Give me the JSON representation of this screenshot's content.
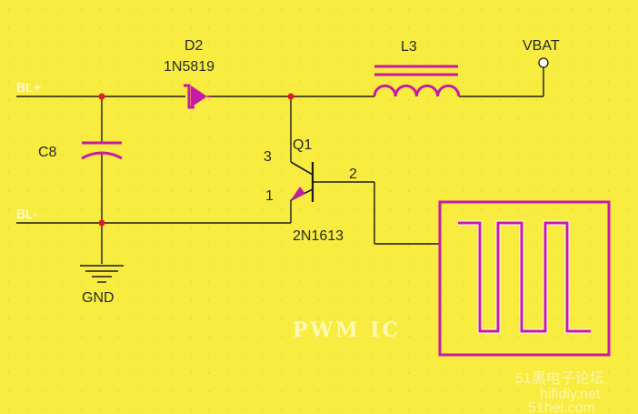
{
  "labels": {
    "d2_ref": "D2",
    "d2_part": "1N5819",
    "l3_ref": "L3",
    "vbat": "VBAT",
    "bl_plus": "BL+",
    "bl_minus": "BL-",
    "c8_ref": "C8",
    "q1_ref": "Q1",
    "q1_pin3": "3",
    "q1_pin1": "1",
    "q1_pin2": "2",
    "q1_part": "2N1613",
    "gnd": "GND",
    "pwm_ic": "PWM  IC"
  },
  "watermark": {
    "line1": "51黑电子论坛",
    "line2": "hifidiy.net",
    "line3": "51hei.com"
  },
  "colors": {
    "background": "#f7ec3f",
    "wire": "#1a1a1a",
    "component": "#c61aa6",
    "junction": "#d92020",
    "net_label": "#ffffff",
    "text": "#2a2a2a"
  }
}
